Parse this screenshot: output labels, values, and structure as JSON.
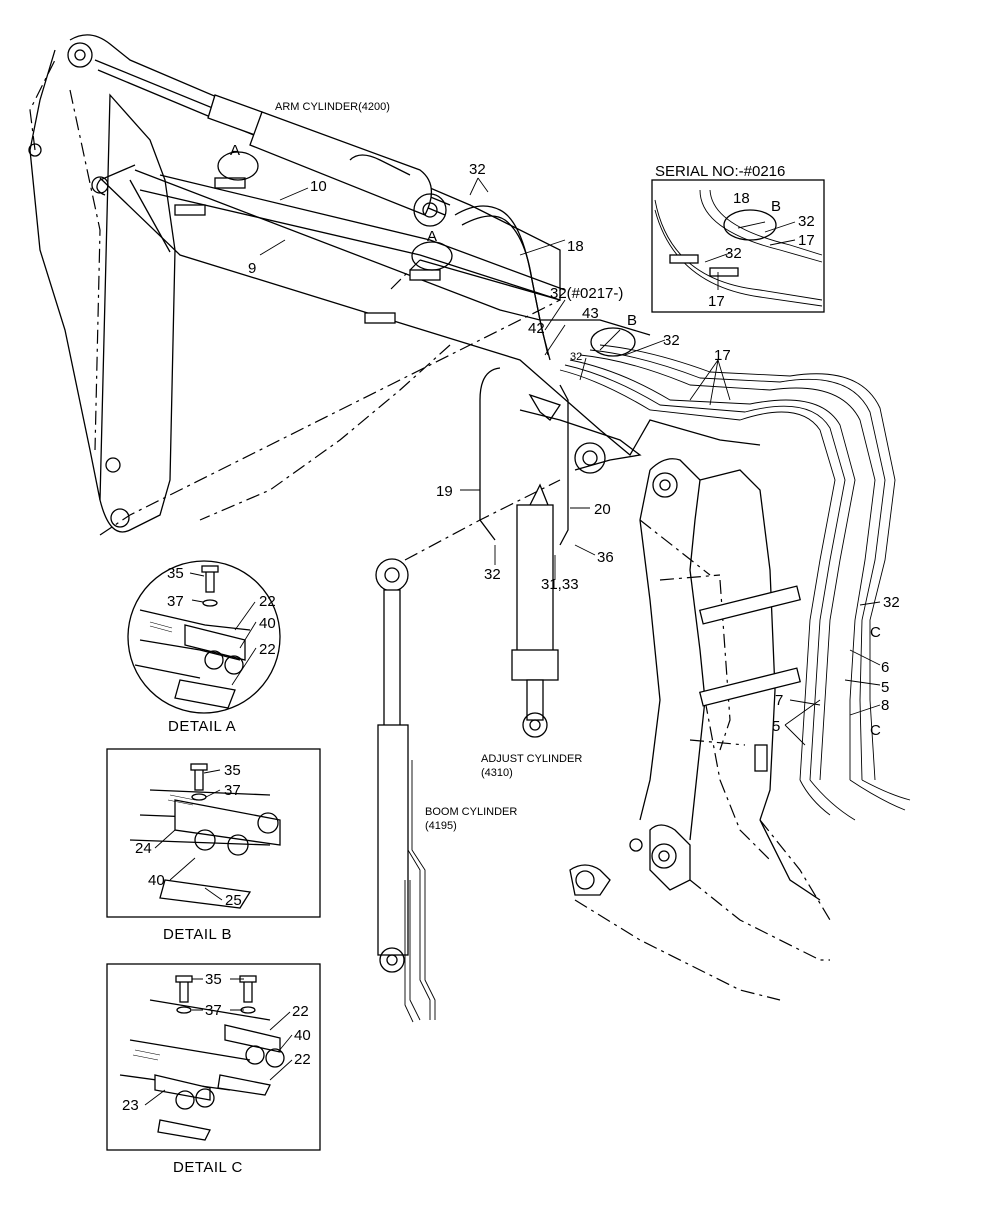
{
  "labels": {
    "arm_cylinder": "ARM CYLINDER(4200)",
    "serial_no": "SERIAL NO:-#0216",
    "adjust_cylinder_1": "ADJUST CYLINDER",
    "adjust_cylinder_2": "(4310)",
    "boom_cylinder_1": "BOOM CYLINDER",
    "boom_cylinder_2": "(4195)",
    "detail_a": "DETAIL  A",
    "detail_b": "DETAIL  B",
    "detail_c": "DETAIL  C"
  },
  "callouts": {
    "n10": "10",
    "n9": "9",
    "n32": "32",
    "n18": "18",
    "n32_0217": "32(#0217-)",
    "n43": "43",
    "n42": "42",
    "n17": "17",
    "n19": "19",
    "n20": "20",
    "n36": "36",
    "n31_33": "31,33",
    "n6": "6",
    "n5": "5",
    "n7": "7",
    "n8": "8",
    "n35": "35",
    "n37": "37",
    "n22": "22",
    "n40": "40",
    "n24": "24",
    "n25": "25",
    "n23": "23",
    "A": "A",
    "B": "B",
    "C": "C"
  }
}
